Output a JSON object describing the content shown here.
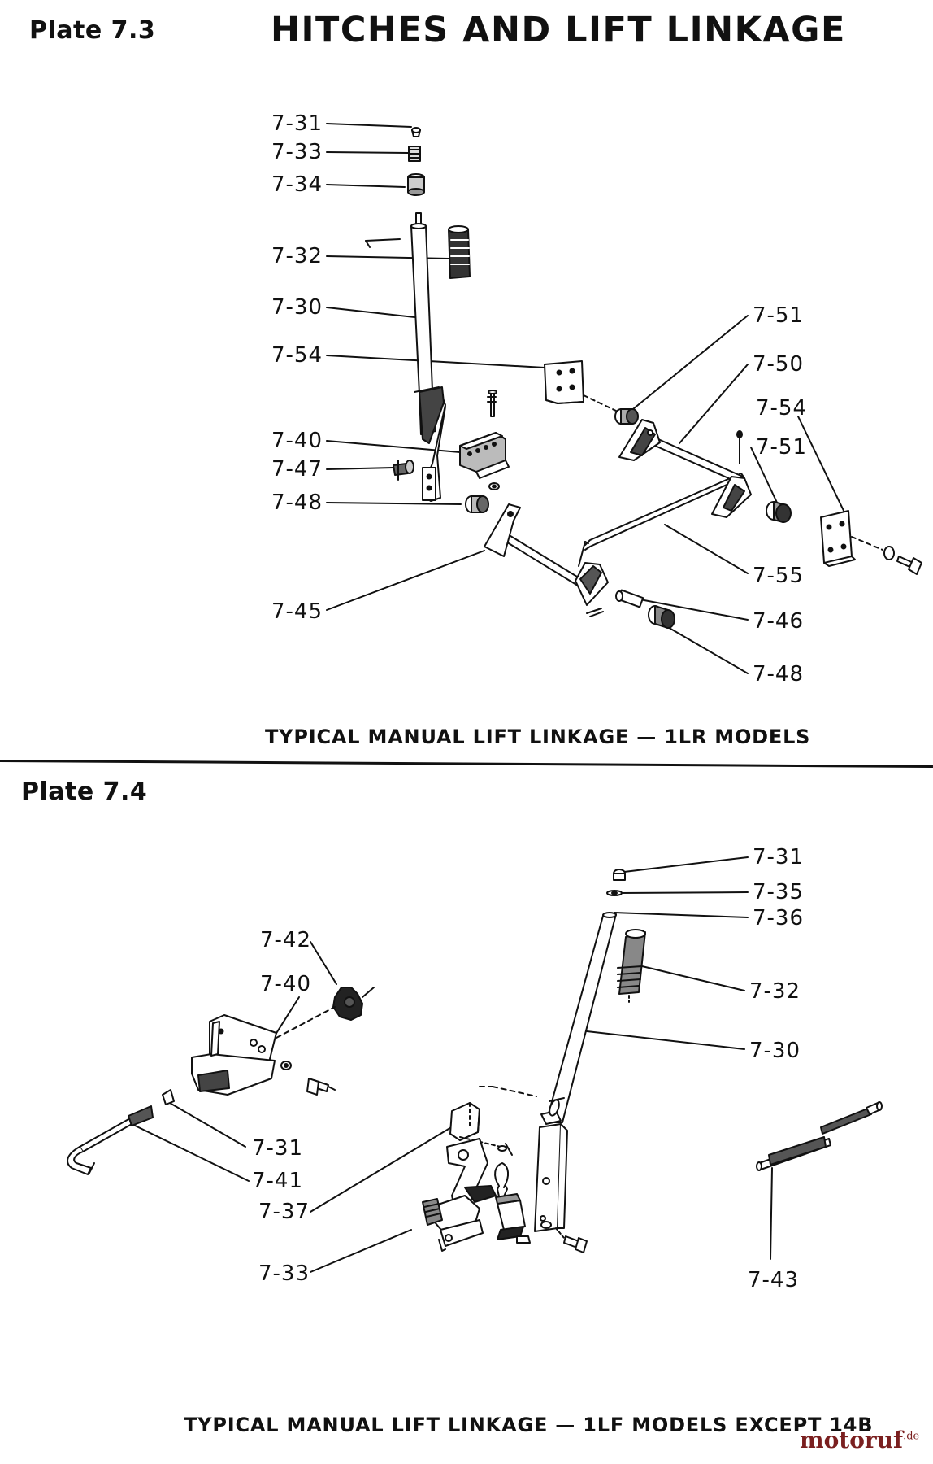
{
  "header": {
    "plate_top": "Plate 7.3",
    "title": "HITCHES AND LIFT LINKAGE"
  },
  "plate_7_3": {
    "caption": "TYPICAL MANUAL LIFT LINKAGE — 1LR MODELS",
    "callouts": [
      "7-31",
      "7-33",
      "7-34",
      "7-32",
      "7-30",
      "7-54",
      "7-40",
      "7-47",
      "7-48",
      "7-45",
      "7-51",
      "7-50",
      "7-54",
      "7-51",
      "7-55",
      "7-46",
      "7-48"
    ]
  },
  "plate_7_4": {
    "plate_label": "Plate 7.4",
    "caption": "TYPICAL MANUAL LIFT LINKAGE — 1LF MODELS EXCEPT 14B",
    "callouts": [
      "7-42",
      "7-40",
      "7-31",
      "7-41",
      "7-37",
      "7-33",
      "7-31",
      "7-35",
      "7-36",
      "7-32",
      "7-30",
      "7-43"
    ]
  },
  "watermark": {
    "brand": "motoruf",
    "suffix": ".de"
  }
}
